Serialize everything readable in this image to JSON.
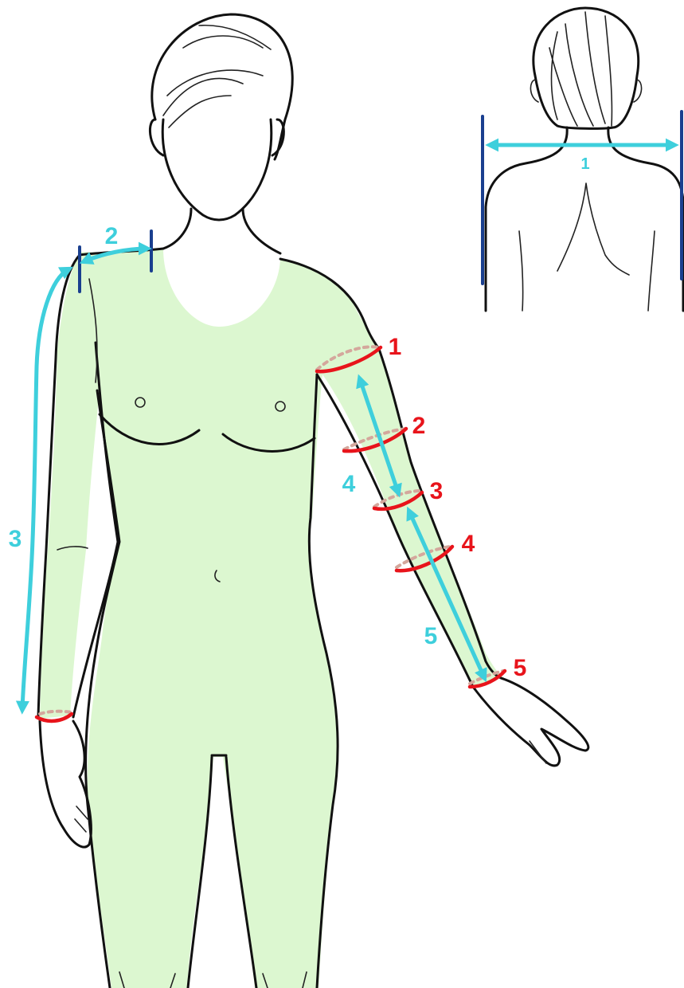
{
  "colors": {
    "garment_fill": "#dcf7d0",
    "ring": "#e8141b",
    "ring_back": "#d4a79c",
    "measure_arrow": "#3ecfdc",
    "width_marker": "#1a3f8f",
    "outline": "#111111"
  },
  "labels": {
    "back_width": "1",
    "shoulder": "2",
    "sleeve_length": "3",
    "upper_arm_length": "4",
    "forearm_length": "5",
    "circ_1": "1",
    "circ_2": "2",
    "circ_3": "3",
    "circ_4": "4",
    "circ_5": "5"
  }
}
